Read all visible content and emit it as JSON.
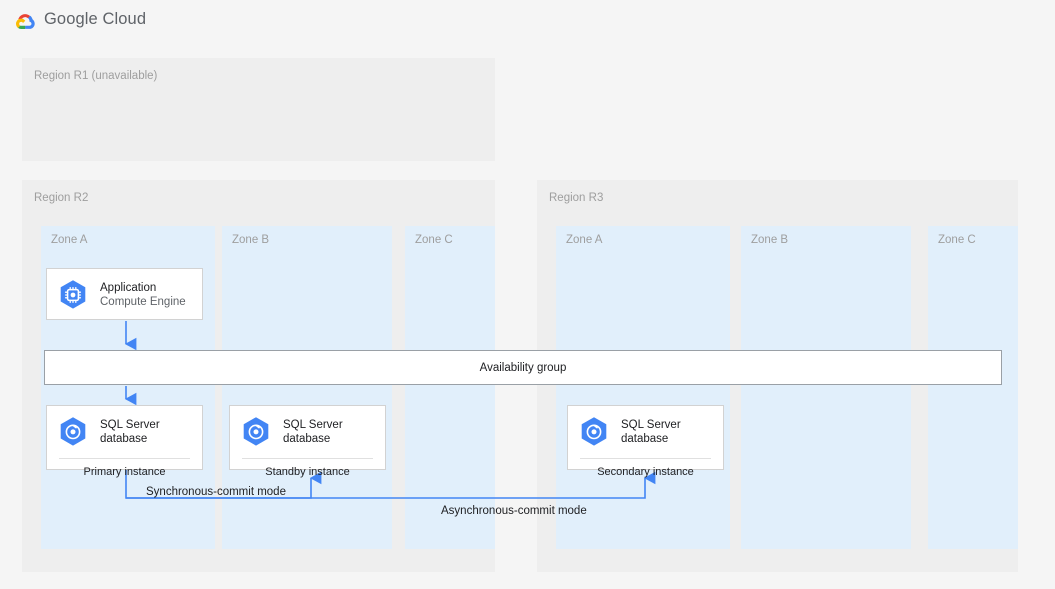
{
  "header": {
    "brand": "Google Cloud",
    "logo_icon": "google-cloud-logo-icon",
    "logo_colors": {
      "red": "#ea4335",
      "yellow": "#fbbc04",
      "green": "#34a853",
      "blue": "#4285f4"
    }
  },
  "theme": {
    "page_background": "#f5f5f5",
    "region_background": "#eeeeee",
    "zone_background": "#e1effb",
    "card_background": "#ffffff",
    "card_border": "#d2d2d2",
    "accent_blue": "#4285f4",
    "connector_blue": "#4285f4",
    "icon_hex_blue": "#4285f4",
    "muted_text": "#9e9e9e",
    "primary_text": "#202124"
  },
  "regions": [
    {
      "id": "r1",
      "label": "Region R1 (unavailable)",
      "zones": []
    },
    {
      "id": "r2",
      "label": "Region R2",
      "zones": [
        {
          "id": "r2-a",
          "label": "Zone A"
        },
        {
          "id": "r2-b",
          "label": "Zone B"
        },
        {
          "id": "r2-c",
          "label": "Zone C"
        }
      ]
    },
    {
      "id": "r3",
      "label": "Region R3",
      "zones": [
        {
          "id": "r3-a",
          "label": "Zone A"
        },
        {
          "id": "r3-b",
          "label": "Zone B"
        },
        {
          "id": "r3-c",
          "label": "Zone C"
        }
      ]
    }
  ],
  "cards": {
    "application": {
      "icon": "compute-engine-icon",
      "title": "Application",
      "subtitle": "Compute Engine"
    },
    "primary": {
      "icon": "sql-server-database-icon",
      "title_line1": "SQL Server",
      "title_line2": "database",
      "footer": "Primary instance"
    },
    "standby": {
      "icon": "sql-server-database-icon",
      "title_line1": "SQL Server",
      "title_line2": "database",
      "footer": "Standby instance"
    },
    "secondary": {
      "icon": "sql-server-database-icon",
      "title_line1": "SQL Server",
      "title_line2": "database",
      "footer": "Secondary instance"
    }
  },
  "availability_group": {
    "label": "Availability group"
  },
  "connectors": {
    "synchronous_label": "Synchronous-commit mode",
    "asynchronous_label": "Asynchronous-commit mode"
  }
}
